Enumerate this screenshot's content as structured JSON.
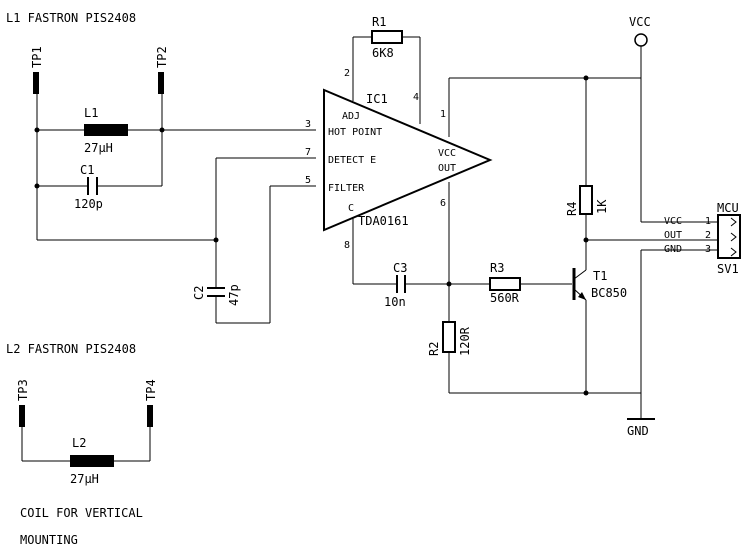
{
  "notes": {
    "l1_title": "L1 FASTRON PIS2408",
    "l2_title": "L2 FASTRON PIS2408",
    "coil_note_1": "COIL FOR VERTICAL",
    "coil_note_2": "MOUNTING"
  },
  "testpoints": {
    "tp1": "TP1",
    "tp2": "TP2",
    "tp3": "TP3",
    "tp4": "TP4"
  },
  "components": {
    "l1": {
      "name": "L1",
      "value": "27µH"
    },
    "c1": {
      "name": "C1",
      "value": "120p"
    },
    "c2": {
      "name": "C2",
      "value": "47p"
    },
    "r1": {
      "name": "R1",
      "value": "6K8"
    },
    "c3": {
      "name": "C3",
      "value": "10n"
    },
    "r3": {
      "name": "R3",
      "value": "560R"
    },
    "r2": {
      "name": "R2",
      "value": "120R"
    },
    "r4": {
      "name": "R4",
      "value": "1K"
    },
    "t1": {
      "name": "T1",
      "value": "BC850"
    },
    "l2": {
      "name": "L2",
      "value": "27µH"
    }
  },
  "ic1": {
    "name": "IC1",
    "part": "TDA0161",
    "pins": {
      "adj": "ADJ",
      "hot_point": "HOT POINT",
      "detect_e": "DETECT E",
      "filter": "FILTER",
      "c": "C",
      "vcc": "VCC",
      "out": "OUT"
    },
    "pin_numbers": {
      "p1": "1",
      "p2": "2",
      "p3": "3",
      "p4": "4",
      "p5": "5",
      "p6": "6",
      "p7": "7",
      "p8": "8"
    }
  },
  "power": {
    "vcc": "VCC",
    "gnd": "GND"
  },
  "connector": {
    "title": "MCU",
    "name": "SV1",
    "pins": [
      {
        "signal": "VCC",
        "number": "1"
      },
      {
        "signal": "OUT",
        "number": "2"
      },
      {
        "signal": "GND",
        "number": "3"
      }
    ]
  }
}
